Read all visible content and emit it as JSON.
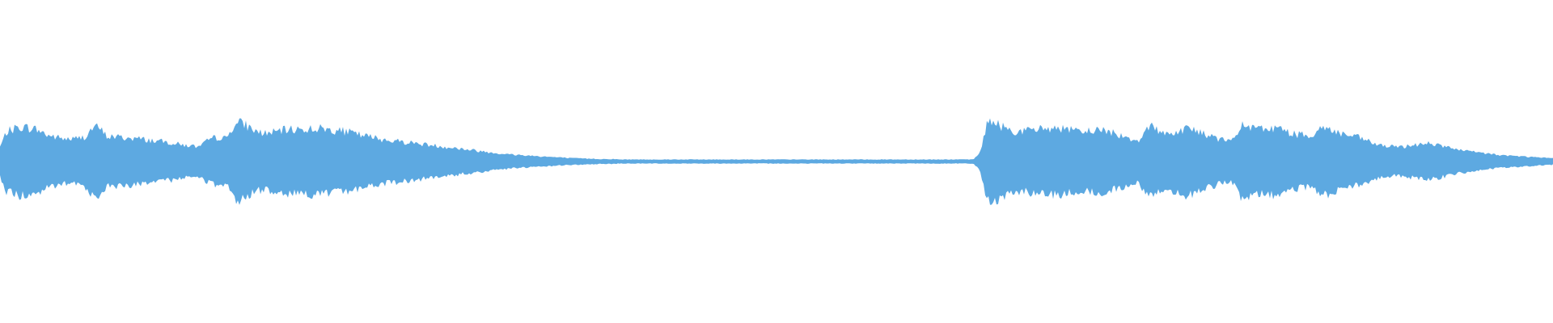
{
  "waveform": {
    "color": "#5DA9E1",
    "background": "#FFFFFF",
    "envelope": [
      0.36,
      0.74,
      0.8,
      0.86,
      0.84,
      0.82,
      0.76,
      0.66,
      0.62,
      0.58,
      0.56,
      0.56,
      0.58,
      0.64,
      0.86,
      0.82,
      0.62,
      0.62,
      0.6,
      0.58,
      0.58,
      0.56,
      0.54,
      0.52,
      0.5,
      0.48,
      0.46,
      0.42,
      0.4,
      0.38,
      0.36,
      0.5,
      0.58,
      0.6,
      0.56,
      0.9,
      0.96,
      0.9,
      0.78,
      0.72,
      0.7,
      0.72,
      0.76,
      0.78,
      0.8,
      0.8,
      0.8,
      0.82,
      0.82,
      0.8,
      0.78,
      0.76,
      0.74,
      0.7,
      0.66,
      0.62,
      0.6,
      0.56,
      0.54,
      0.52,
      0.5,
      0.48,
      0.46,
      0.44,
      0.42,
      0.4,
      0.38,
      0.36,
      0.34,
      0.32,
      0.3,
      0.28,
      0.26,
      0.24,
      0.22,
      0.2,
      0.18,
      0.17,
      0.16,
      0.15,
      0.14,
      0.13,
      0.12,
      0.11,
      0.1,
      0.09,
      0.08,
      0.08,
      0.07,
      0.07,
      0.06,
      0.06,
      0.06,
      0.05,
      0.05,
      0.05,
      0.05,
      0.05,
      0.05,
      0.05,
      0.05,
      0.05,
      0.05,
      0.05,
      0.05,
      0.05,
      0.05,
      0.05,
      0.05,
      0.05,
      0.05,
      0.05,
      0.05,
      0.05,
      0.05,
      0.05,
      0.05,
      0.05,
      0.05,
      0.05,
      0.05,
      0.05,
      0.05,
      0.05,
      0.05,
      0.05,
      0.05,
      0.05,
      0.05,
      0.05,
      0.05,
      0.05,
      0.05,
      0.05,
      0.05,
      0.05,
      0.05,
      0.05,
      0.05,
      0.05,
      0.05,
      0.05,
      0.05,
      0.05,
      0.05,
      0.05,
      0.05,
      0.2,
      0.92,
      0.98,
      0.9,
      0.82,
      0.76,
      0.74,
      0.76,
      0.78,
      0.8,
      0.82,
      0.84,
      0.82,
      0.8,
      0.76,
      0.72,
      0.74,
      0.78,
      0.8,
      0.76,
      0.7,
      0.66,
      0.6,
      0.56,
      0.52,
      0.88,
      0.84,
      0.76,
      0.7,
      0.72,
      0.74,
      0.86,
      0.8,
      0.72,
      0.66,
      0.6,
      0.56,
      0.52,
      0.52,
      0.88,
      0.86,
      0.82,
      0.8,
      0.82,
      0.84,
      0.8,
      0.74,
      0.7,
      0.66,
      0.64,
      0.68,
      0.82,
      0.84,
      0.76,
      0.7,
      0.66,
      0.62,
      0.58,
      0.52,
      0.46,
      0.4,
      0.38,
      0.36,
      0.36,
      0.38,
      0.4,
      0.44,
      0.46,
      0.44,
      0.4,
      0.36,
      0.32,
      0.28,
      0.26,
      0.24,
      0.22,
      0.2,
      0.18,
      0.16,
      0.15,
      0.14,
      0.13,
      0.12,
      0.11,
      0.1,
      0.09,
      0.08
    ]
  }
}
